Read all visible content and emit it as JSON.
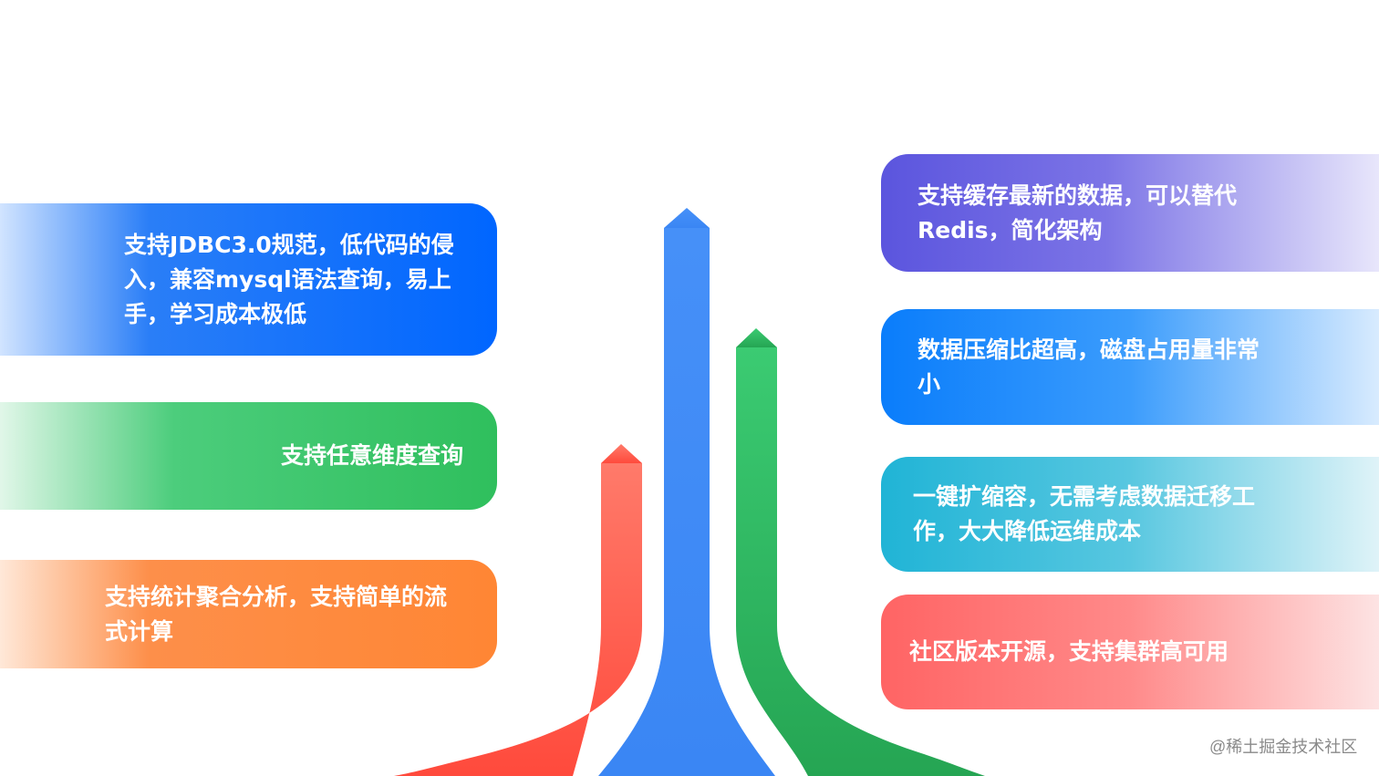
{
  "features_left": [
    {
      "id": "jdbc",
      "text": "支持JDBC3.0规范，低代码的侵入，兼容mysql语法查询，易上手，学习成本极低",
      "color": "#0066ff"
    },
    {
      "id": "any-dim",
      "text": "支持任意维度查询",
      "color": "#2fbf5d"
    },
    {
      "id": "stats",
      "text": "支持统计聚合分析，支持简单的流式计算",
      "color": "#ff8634"
    }
  ],
  "features_right": [
    {
      "id": "cache",
      "text": "支持缓存最新的数据，可以替代Redis，简化架构",
      "color": "#5b55de"
    },
    {
      "id": "compress",
      "text": "数据压缩比超高，磁盘占用量非常小",
      "color": "#0a7dfb"
    },
    {
      "id": "scale",
      "text": "一键扩缩容，无需考虑数据迁移工作，大大降低运维成本",
      "color": "#20b4d6"
    },
    {
      "id": "oss",
      "text": "社区版本开源，支持集群高可用",
      "color": "#ff6464"
    }
  ],
  "arrows": [
    {
      "name": "red-arrow",
      "color": "#ff6b5e"
    },
    {
      "name": "blue-arrow",
      "color": "#3f8cf7"
    },
    {
      "name": "green-arrow",
      "color": "#33c46a"
    }
  ],
  "watermark": "@稀土掘金技术社区"
}
